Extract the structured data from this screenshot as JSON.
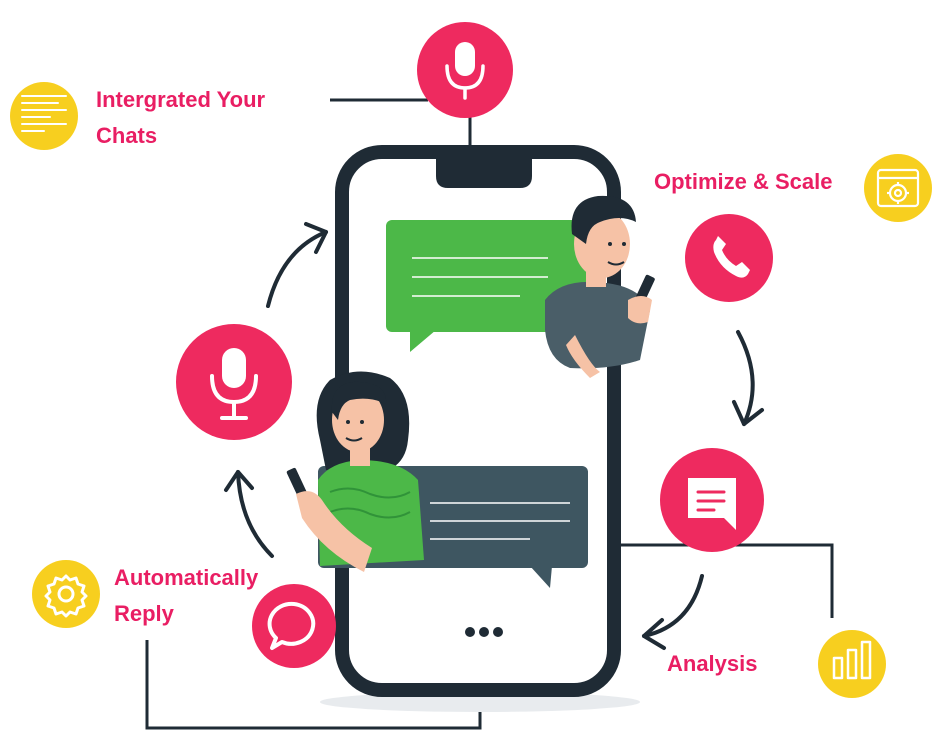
{
  "labels": {
    "integrated": {
      "line1": "Intergrated  Your",
      "line2": "Chats"
    },
    "optimize": "Optimize & Scale",
    "auto_reply": {
      "line1": "Automatically",
      "line2": "Reply"
    },
    "analysis": "Analysis"
  },
  "icons": {
    "top": "microphone-icon",
    "left": "microphone-icon",
    "right_top": "phone-icon",
    "right_bottom": "message-icon",
    "bottom_left": "chat-bubble-icon",
    "badge_integrated": "text-lines-icon",
    "badge_optimize": "browser-gear-icon",
    "badge_auto_reply": "gear-icon",
    "badge_analysis": "bar-chart-icon"
  },
  "colors": {
    "accent_pink": "#ee2a5f",
    "badge_yellow": "#f7cf1f",
    "bubble_green": "#4cb848",
    "bubble_slate": "#3e5661",
    "phone_frame": "#1f2b35",
    "label_text": "#e91e63"
  }
}
